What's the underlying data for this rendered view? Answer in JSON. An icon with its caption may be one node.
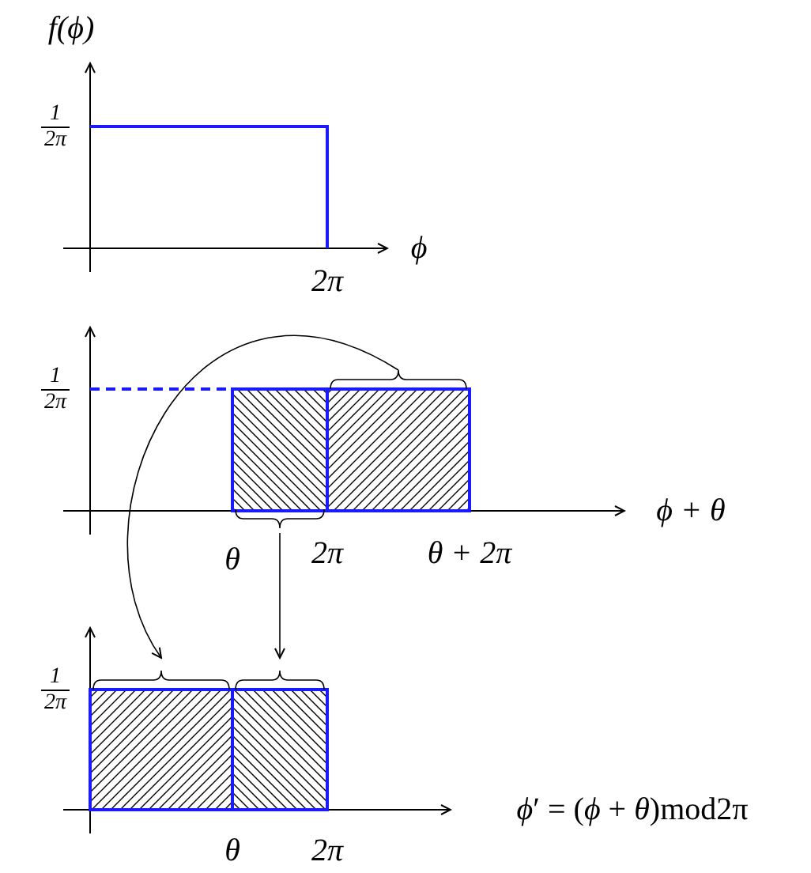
{
  "diagram": {
    "nodes": [
      {
        "text": [],
        "shape": "box"
      },
      {
        "text": [],
        "shape": "box"
      },
      {
        "text": [],
        "shape": "box"
      },
      {
        "text": [],
        "shape": "box"
      }
    ],
    "edges": [
      {
        "from": 0,
        "to": 2,
        "arrow": "to"
      },
      {
        "from": 1,
        "to": 3,
        "arrow": "to"
      }
    ],
    "labels": [
      "*f*(*ϕ*)",
      "1",
      "2π",
      "ϕ",
      "2π",
      "1",
      "2π",
      "ϕ + θ",
      "θ",
      "2π",
      "θ + 2π",
      "1",
      "2π",
      "*ϕ*′ = (*ϕ* + *θ*)mod2π",
      "θ",
      "2π"
    ]
  }
}
